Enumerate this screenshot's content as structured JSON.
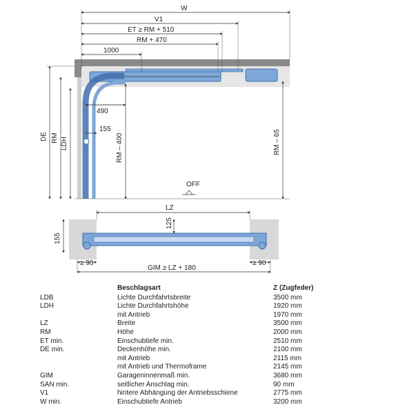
{
  "drawing": {
    "labels": {
      "w": "W",
      "v1": "V1",
      "et": "ET ≥ RM + 510",
      "rm470": "RM + 470",
      "d1000": "1000",
      "d490": "490",
      "d155": "155",
      "de": "DE",
      "rm": "RM",
      "ldh": "LDH",
      "rm400": "RM – 400",
      "rm65": "RM – 65",
      "off": "OFF",
      "lz": "LZ",
      "d125": "125",
      "d155b": "155",
      "san_left": "≥ 90",
      "san_right": "≥ 90",
      "gim": "GIM ≥ LZ + 180"
    },
    "colors": {
      "rail": "#7ea7d8",
      "rail_dark": "#3f6fae",
      "ceiling": "#8a8a8a",
      "wall": "#d8d8d8",
      "outline": "#333333"
    }
  },
  "table": {
    "headers": [
      "",
      "Beschlagsart",
      "Z (Zugfeder)"
    ],
    "rows": [
      [
        "LDB",
        "Lichte Durchfahrtsbreite",
        "3500 mm"
      ],
      [
        "LDH",
        "Lichte Durchfahrtshöhe",
        "1920 mm"
      ],
      [
        "",
        "mit Antrieb",
        "1970 mm"
      ],
      [
        "LZ",
        "Breite",
        "3500 mm"
      ],
      [
        "RM",
        "Höhe",
        "2000 mm"
      ],
      [
        "ET min.",
        "Einschubtiefe min.",
        "2510 mm"
      ],
      [
        "DE min.",
        "Deckenhöhe min.",
        "2100 mm"
      ],
      [
        "",
        "mit Antrieb",
        "2115 mm"
      ],
      [
        "",
        "mit Antrieb und Thermoframe",
        "2145 mm"
      ],
      [
        "GIM",
        "Garageninnenmaß min.",
        "3680 mm"
      ],
      [
        "SAN min.",
        "seitlicher Anschlag min.",
        "90 mm"
      ],
      [
        "V1",
        "hintere Abhängung der Antriebsschiene",
        "2775 mm"
      ],
      [
        "W min.",
        "Einschubtiefe Antrieb",
        "3200 mm"
      ]
    ]
  }
}
